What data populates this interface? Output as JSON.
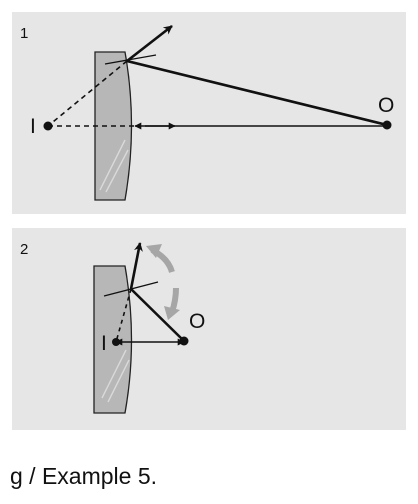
{
  "panels": [
    {
      "number": "1",
      "object_label": "O",
      "image_label": "I"
    },
    {
      "number": "2",
      "object_label": "O",
      "image_label": "I"
    }
  ],
  "caption": "g / Example 5.",
  "colors": {
    "panel_bg": "#e6e6e6",
    "mirror_fill": "#b7b7b7",
    "line": "#111111",
    "rotation_arrow": "#a6a6a6"
  }
}
